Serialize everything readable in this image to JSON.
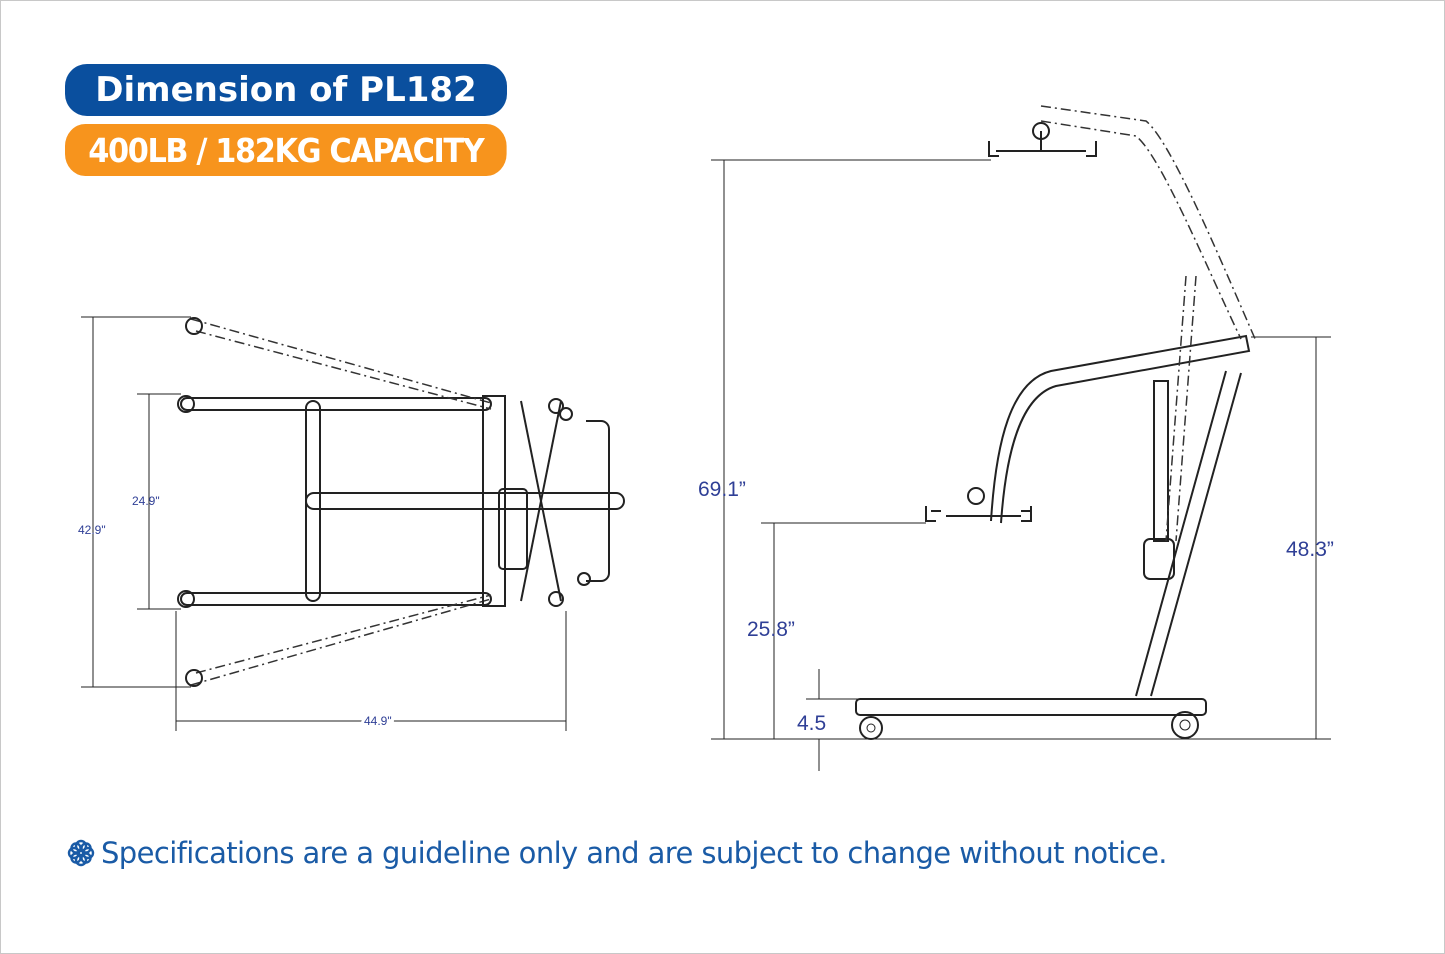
{
  "header": {
    "title": "Dimension of PL182",
    "capacity": "400LB / 182KG CAPACITY"
  },
  "top_view": {
    "overall_width": "42.9\"",
    "inner_width": "24.9\"",
    "length": "44.9\""
  },
  "side_view": {
    "max_height": "69.1”",
    "min_height": "25.8”",
    "mast_height": "48.3”",
    "base_clearance": "4.5"
  },
  "footer": {
    "icon": "flower-icon",
    "note": "Specifications are a guideline only and are subject to change without notice."
  },
  "colors": {
    "title_bg": "#0a4f9e",
    "capacity_bg": "#f7941d",
    "text_blue": "#1a5ba6",
    "dimension_blue": "#2f3f96"
  }
}
